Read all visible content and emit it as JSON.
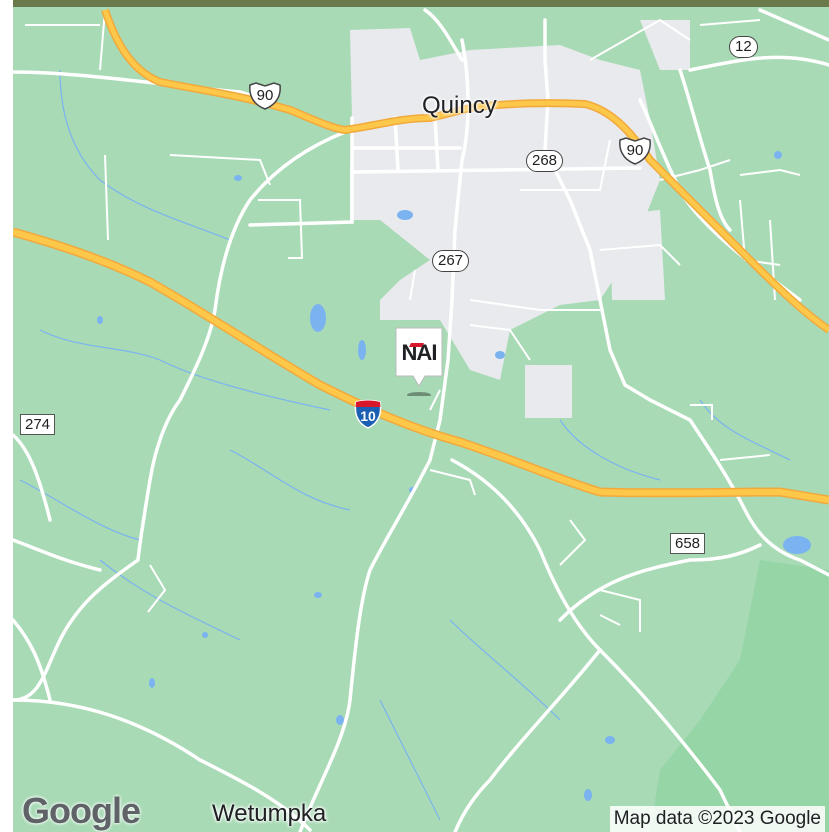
{
  "colors": {
    "land": "#a8dab5",
    "forest": "#95d5a6",
    "urban": "#e8eaed",
    "road": "#ffffff",
    "highway": "#fdc74a",
    "highway_casing": "#f2a93b",
    "water": "#7bb3f0",
    "brand_red": "#d7182a"
  },
  "places": {
    "quincy": "Quincy",
    "wetumpka": "Wetumpka"
  },
  "shields": {
    "us90_west": "90",
    "us90_east": "90",
    "route12": "12",
    "route268": "268",
    "route267": "267",
    "i10": "10",
    "route274": "274",
    "route658": "658"
  },
  "marker": {
    "brand": "NAI"
  },
  "footer": {
    "logo": "Google",
    "attribution": "Map data ©2023 Google"
  }
}
